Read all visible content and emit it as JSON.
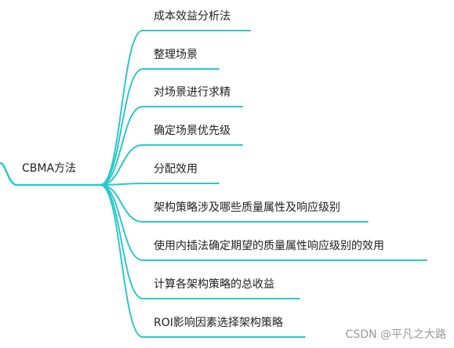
{
  "root": {
    "label": "CBMA方法"
  },
  "branches": [
    {
      "label": "成本效益分析法"
    },
    {
      "label": "整理场景"
    },
    {
      "label": "对场景进行求精"
    },
    {
      "label": "确定场景优先级"
    },
    {
      "label": "分配效用"
    },
    {
      "label": "架构策略涉及哪些质量属性及响应级别"
    },
    {
      "label": "使用内插法确定期望的质量属性响应级别的效用"
    },
    {
      "label": "计算各架构策略的总收益"
    },
    {
      "label": "ROI影响因素选择架构策略"
    }
  ],
  "watermark": "CSDN @平凡之大路",
  "colors": {
    "line": "#2ec7c9",
    "text": "#222222"
  }
}
